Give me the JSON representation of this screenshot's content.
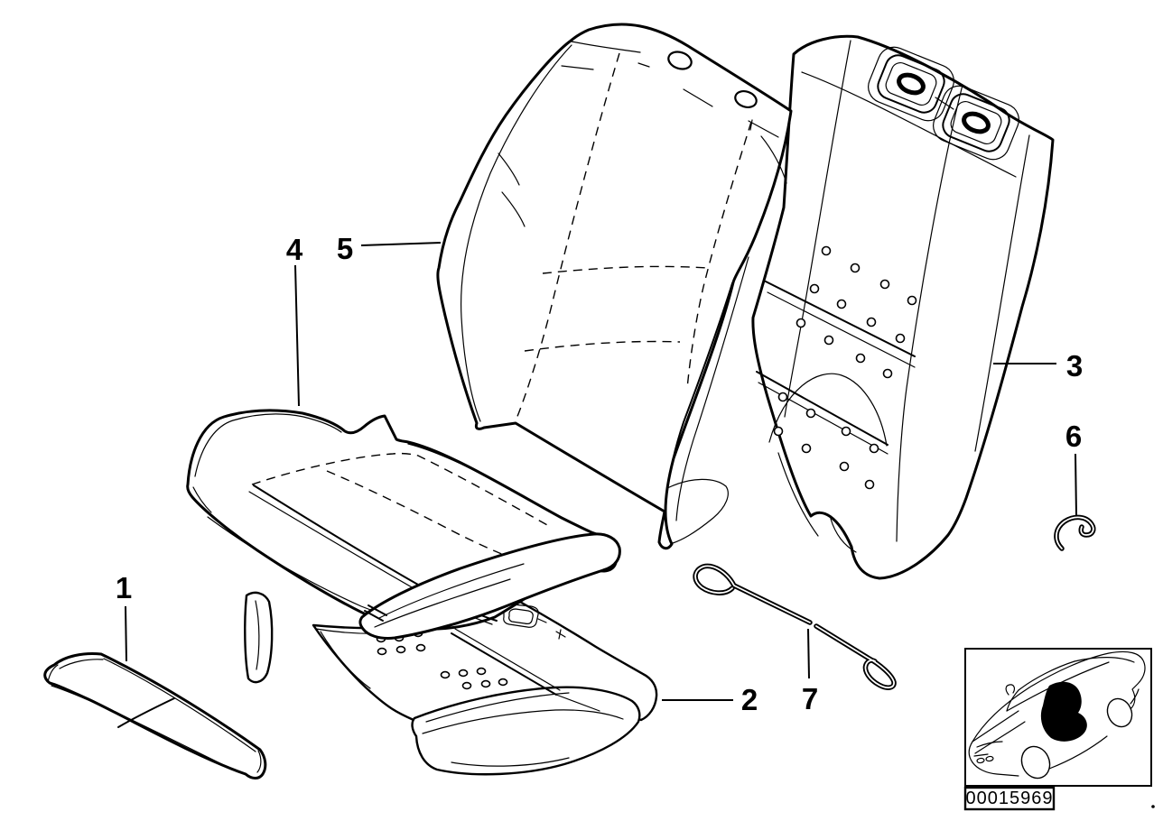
{
  "callouts": [
    {
      "label": "1"
    },
    {
      "label": "2"
    },
    {
      "label": "3"
    },
    {
      "label": "4"
    },
    {
      "label": "5"
    },
    {
      "label": "6"
    },
    {
      "label": "7"
    }
  ],
  "footer": {
    "image_number": "00015969"
  },
  "inset": {
    "icon": "car-seat-location-icon"
  },
  "colors": {
    "line": "#000000",
    "background": "#ffffff",
    "highlight": "#000000"
  }
}
